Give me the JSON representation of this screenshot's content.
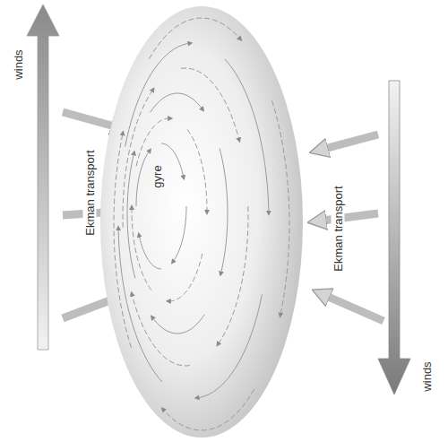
{
  "diagram": {
    "nodes": [
      {
        "text": [
          "gyre"
        ]
      }
    ],
    "labels": [
      "winds",
      "Ekman transport",
      "Ekman transport",
      "winds"
    ]
  }
}
